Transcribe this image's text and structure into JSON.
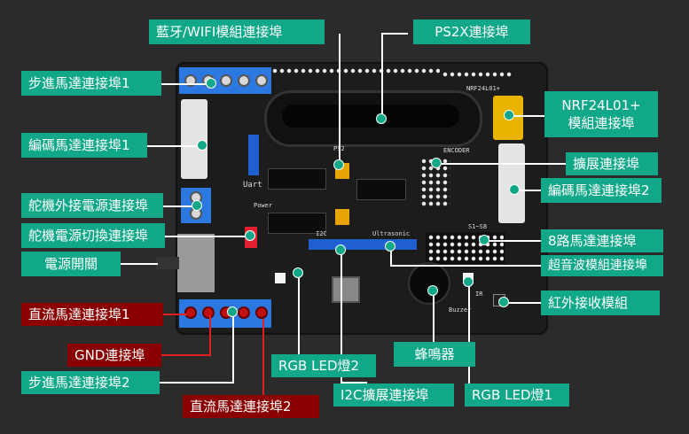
{
  "labels": {
    "bt_wifi": "藍牙/WIFI模組連接埠",
    "ps2x": "PS2X連接埠",
    "stepper1": "步進馬達連接埠1",
    "nrf": "NRF24L01+\n模組連接埠",
    "encoder1": "編碼馬達連接埠1",
    "expansion": "擴展連接埠",
    "encoder2": "編碼馬達連接埠2",
    "servo_power": "舵機外接電源連接埠",
    "servo_switch": "舵機電源切換連接埠",
    "motor8": "8路馬達連接埠",
    "power_switch": "電源開關",
    "ultrasonic": "超音波模組連接埠",
    "ir": "紅外接收模組",
    "dc1": "直流馬達連接埠1",
    "gnd": "GND連接埠",
    "rgb2": "RGB LED燈2",
    "buzzer": "蜂鳴器",
    "stepper2": "步進馬達連接埠2",
    "i2c": "I2C擴展連接埠",
    "rgb1": "RGB LED燈1",
    "dc2": "直流馬達連接埠2"
  },
  "silkscreen": {
    "uart": "Uart",
    "power": "Power",
    "i2c": "I2C",
    "ultrasonic": "Ultrasonic",
    "buzzer": "Buzzer",
    "ps2": "PS2",
    "nrf": "NRF24L01+",
    "encoder": "ENCODER",
    "s1s8": "S1~S8",
    "ir": "IR"
  },
  "colors": {
    "label_green": "#10a888",
    "label_red": "#8a0000",
    "board": "#1c1c1c",
    "background": "#2b2b2b"
  }
}
